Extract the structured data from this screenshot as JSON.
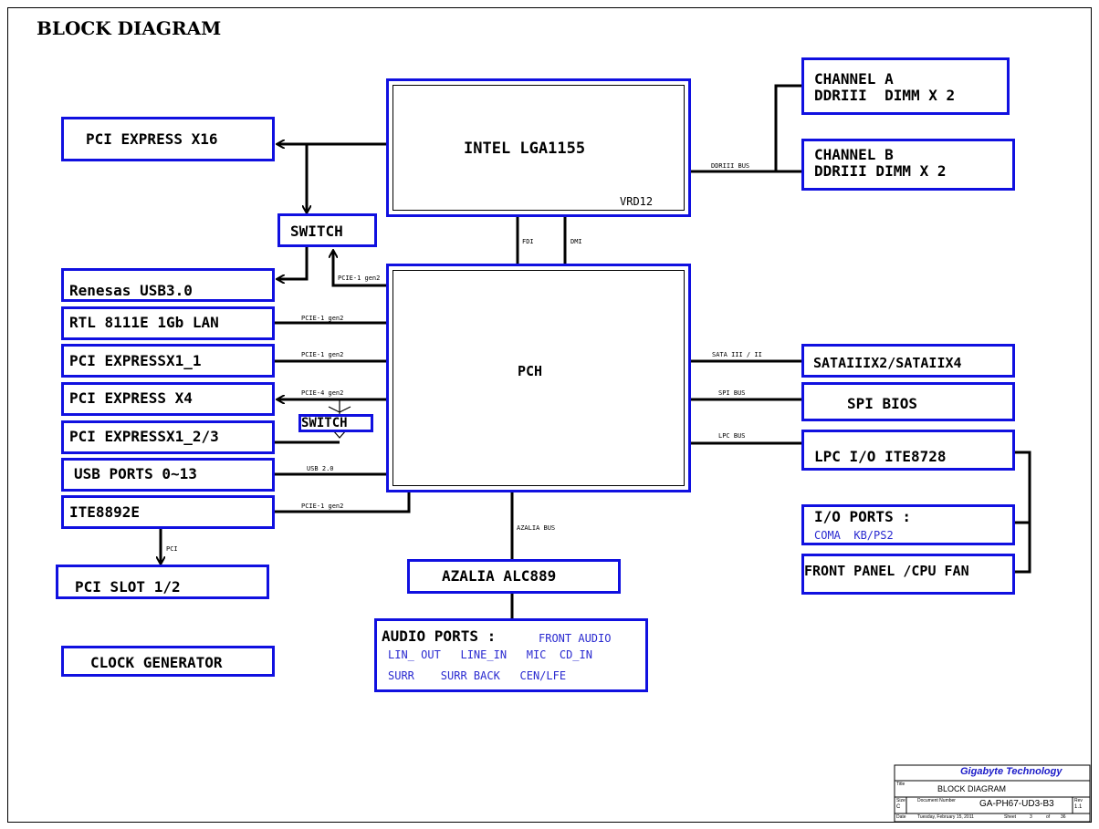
{
  "title": "BLOCK DIAGRAM",
  "blocks": {
    "cpu": "INTEL LGA1155",
    "vrd": "VRD12",
    "pch": "PCH",
    "channel_a_1": "CHANNEL A",
    "channel_a_2": "DDRIII  DIMM X 2",
    "channel_b_1": "CHANNEL B",
    "channel_b_2": "DDRIII DIMM X 2",
    "pcie_x16": "PCI EXPRESS X16",
    "switch_1": "SWITCH",
    "usb3": "Renesas USB3.0",
    "lan": "RTL 8111E 1Gb LAN",
    "pcie_x1_1": "PCI EXPRESSX1_1",
    "pcie_x4": "PCI EXPRESS X4",
    "switch_2": "SWITCH",
    "pcie_x1_23": "PCI EXPRESSX1_2/3",
    "usb_ports": "USB PORTS 0~13",
    "ite8892": "ITE8892E",
    "pci_slot": "PCI SLOT 1/2",
    "clock": "CLOCK GENERATOR",
    "sata": "SATAIIIX2/SATAIIX4",
    "spi_bios": "SPI BIOS",
    "lpc_io": "LPC I/O ITE8728",
    "io_ports": "I/O PORTS :",
    "io_ports_sub": "COMA  KB/PS2",
    "front_panel": "FRONT PANEL /CPU FAN",
    "azalia": "AZALIA ALC889",
    "audio_ports": "AUDIO PORTS :",
    "audio_front": "FRONT AUDIO",
    "audio_line1": "LIN_ OUT   LINE_IN   MIC  CD_IN",
    "audio_line2": "SURR    SURR BACK   CEN/LFE"
  },
  "bus_labels": {
    "ddr": "DDRIII BUS",
    "fdi": "FDI",
    "dmi": "DMI",
    "pcie_switch": "PCIE-1 gen2",
    "pcie_lan": "PCIE-1 gen2",
    "pcie_x1": "PCIE-1 gen2",
    "pcie_x4": "PCIE-4 gen2",
    "usb": "USB 2.0",
    "pcie_ite": "PCIE-1 gen2",
    "pci": "PCI",
    "sata": "SATA III / II",
    "spi": "SPI BUS",
    "lpc": "LPC BUS",
    "azalia": "AZALIA BUS"
  },
  "title_block": {
    "company": "Gigabyte Technology",
    "title_label": "Title",
    "title": "BLOCK DIAGRAM",
    "size_label": "Size",
    "size": "C",
    "docnum_label": "Document Number",
    "docnum": "GA-PH67-UD3-B3",
    "rev_label": "Rev",
    "rev": "1.1",
    "date_label": "Date",
    "date": "Tuesday, February 15, 2011",
    "sheet_label": "Sheet",
    "sheet": "3",
    "of_label": "of",
    "sheets": "36"
  },
  "colors": {
    "block_border": "#1010e0",
    "line": "#000000",
    "company": "#1a1ac8"
  }
}
